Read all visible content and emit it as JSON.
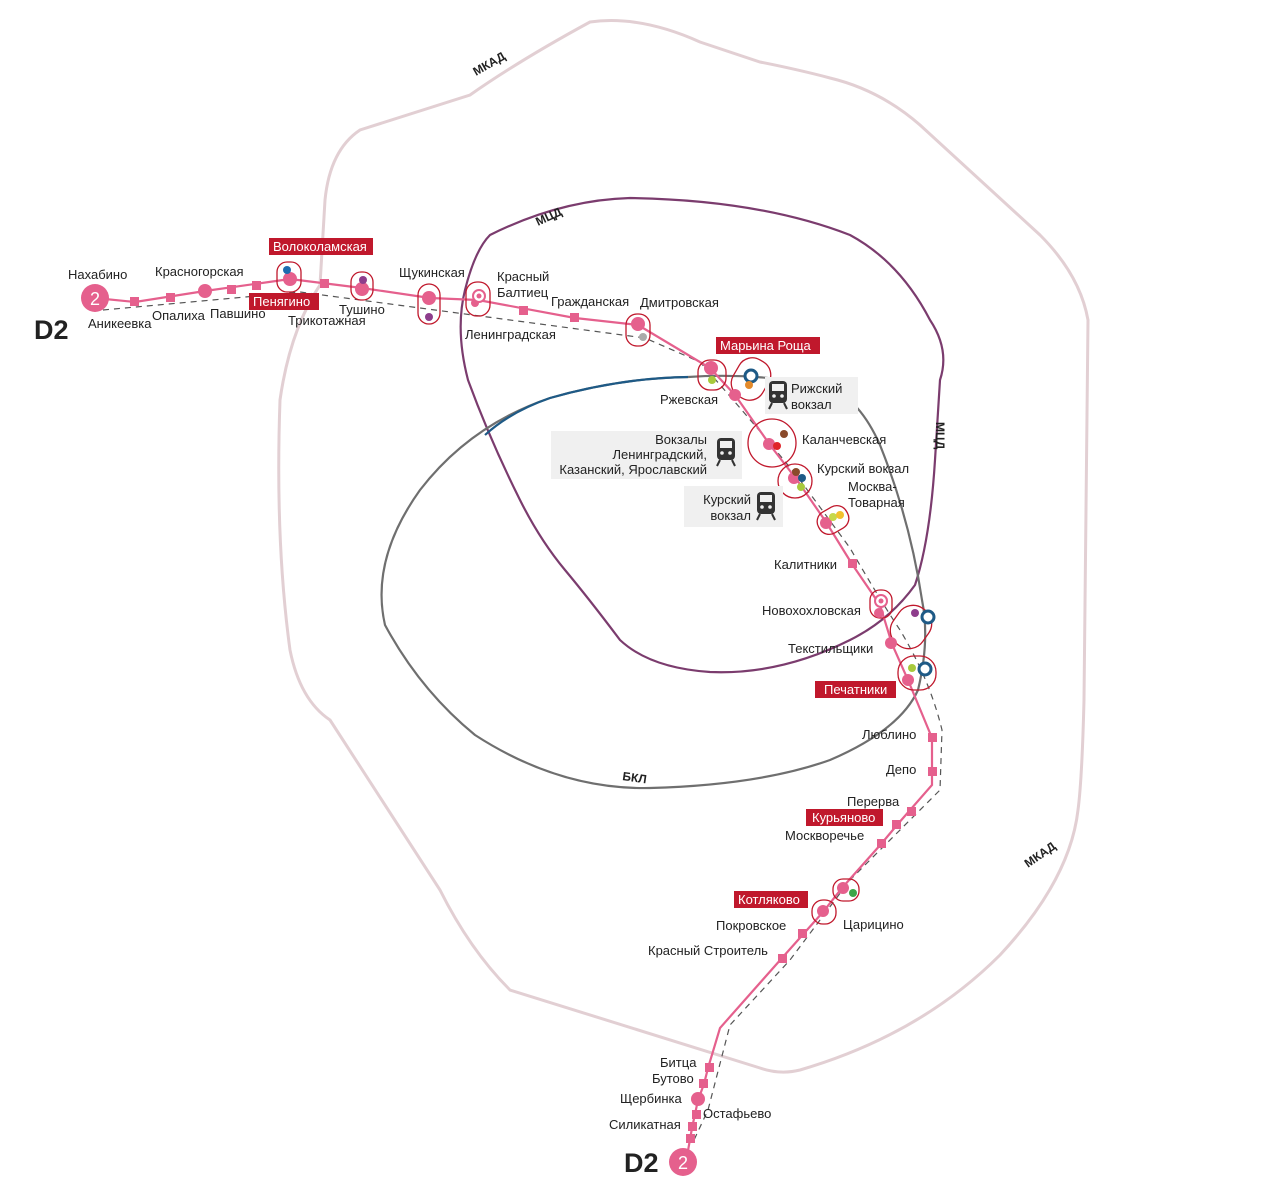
{
  "line": {
    "name": "D2",
    "number": "2",
    "color": "#e5608d",
    "dark_red": "#c0182c"
  },
  "rings": {
    "mkad_label": "МКАД",
    "mcd_label": "МЦД",
    "bkl_label": "БКЛ",
    "mkad_color": "#e2cfd3",
    "mcd_color": "#7b3c6e",
    "bkl_color": "#6f6f6f",
    "bkl_blue": "#1e5a86"
  },
  "stations": {
    "nakhabino": "Нахабино",
    "anikeevka": "Аникеевка",
    "krasnogorskaya": "Красногорская",
    "opalikha": "Опалиха",
    "pavshino": "Павшино",
    "volokolamskaya": "Волоколамская",
    "penyagino": "Пенягино",
    "trikotazhnaya": "Трикотажная",
    "tushino": "Тушино",
    "shchukinskaya": "Щукинская",
    "krasny_baltiets_1": "Красный",
    "krasny_baltiets_2": "Балтиец",
    "leningradskaya": "Ленинградская",
    "grazhdanskaya": "Гражданская",
    "dmitrovskaya": "Дмитровская",
    "marina_roshcha": "Марьина Роща",
    "rzhevskaya": "Ржевская",
    "rizhsky_1": "Рижский",
    "rizhsky_2": "вокзал",
    "vokzaly_1": "Вокзалы",
    "vokzaly_2": "Ленинградский,",
    "vokzaly_3": "Казанский, Ярославский",
    "kalanchevskaya": "Каланчевская",
    "kursky_vokzal": "Курский вокзал",
    "kursky_1": "Курский",
    "kursky_2": "вокзал",
    "moskva_tovarnaya_1": "Москва-",
    "moskva_tovarnaya_2": "Товарная",
    "kalitniki": "Калитники",
    "novokhokhlovskaya": "Новохохловская",
    "tekstilshchiki": "Текстильщики",
    "pechatniki": "Печатники",
    "lyublino": "Люблино",
    "depo": "Депо",
    "perverva": "Перерва",
    "kuryanovo": "Курьяново",
    "moskvorechye": "Москворечье",
    "kotlyakovo": "Котляково",
    "pokrovskoye": "Покровское",
    "tsaritsyno": "Царицино",
    "krasny_stroitel": "Красный Строитель",
    "bittsa": "Битца",
    "butovo": "Бутово",
    "shcherbinka": "Щербинка",
    "ostafyevo": "Остафьево",
    "silikatnaya": "Силикатная"
  }
}
